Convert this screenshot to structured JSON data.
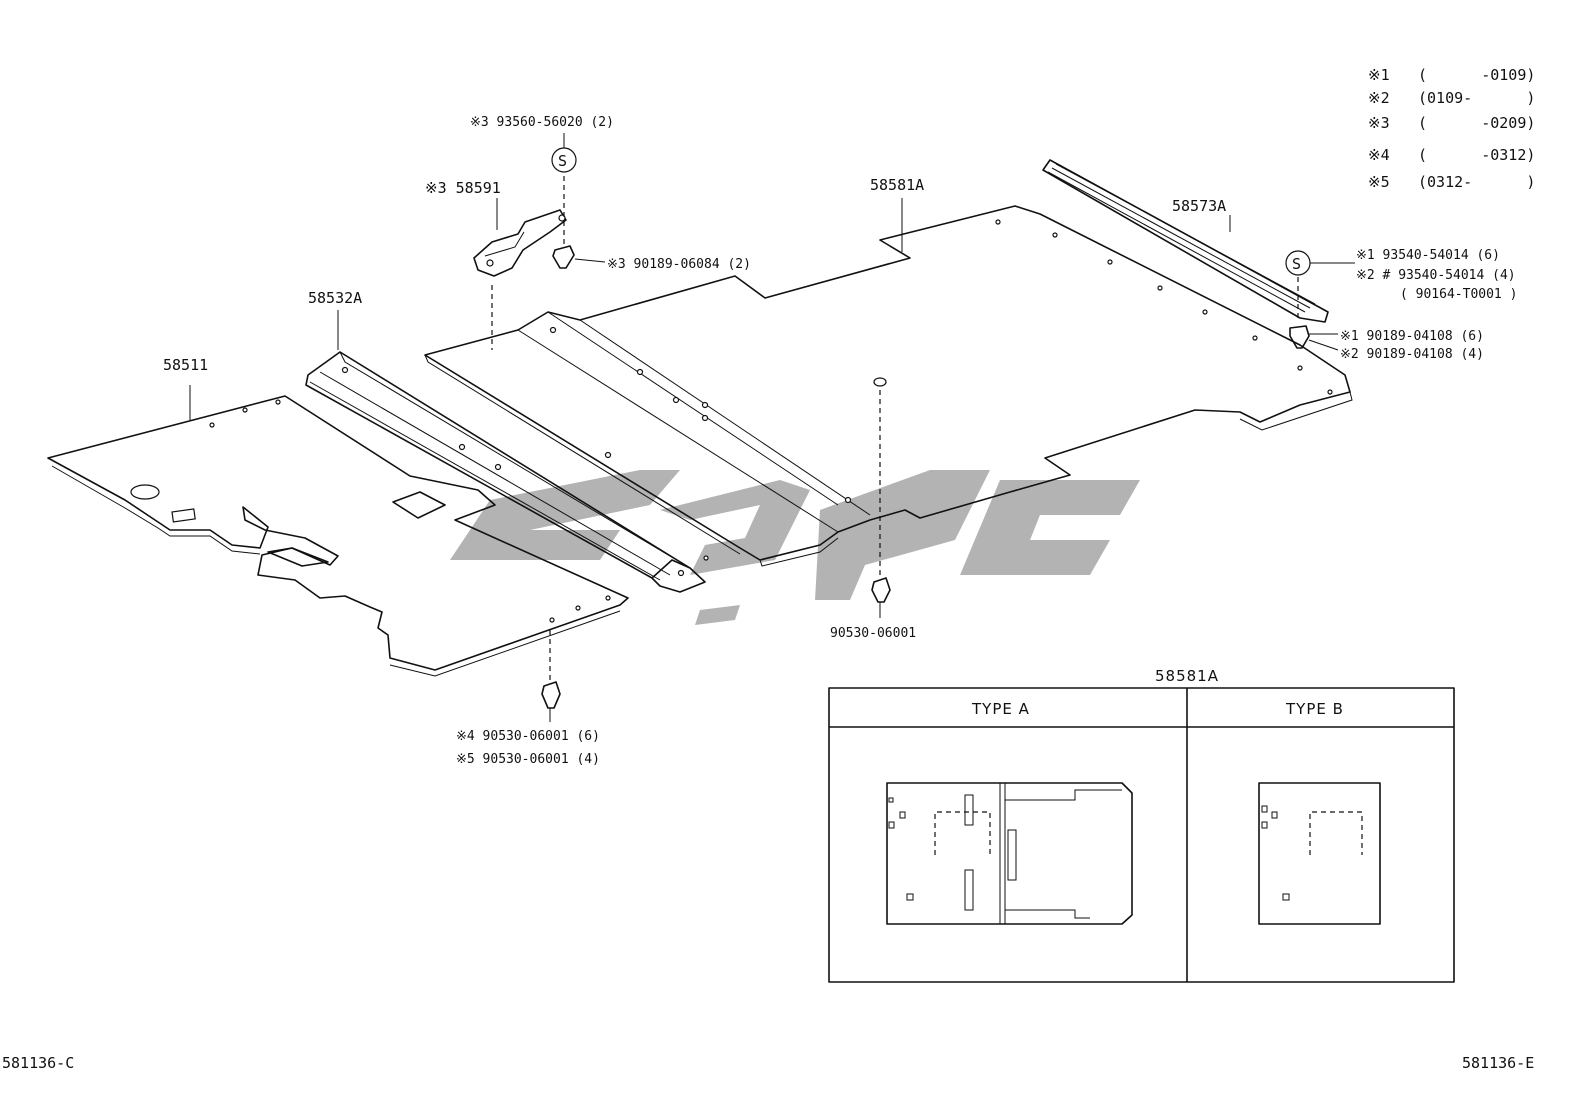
{
  "legend": [
    {
      "mark": "※1",
      "range": "(      -0109)"
    },
    {
      "mark": "※2",
      "range": "(0109-      )"
    },
    {
      "mark": "※3",
      "range": "(      -0209)"
    },
    {
      "mark": "※4",
      "range": "(      -0312)"
    },
    {
      "mark": "※5",
      "range": "(0312-      )"
    }
  ],
  "callouts": {
    "p58511": "58511",
    "p58532A": "58532A",
    "p58591": "※3 58591",
    "p93560": "※3  93560-56020 (2)",
    "p90189_06084": "※3  90189-06084 (2)",
    "p58581A": "58581A",
    "p58573A": "58573A",
    "p93540_1": "※1 93540-54014 (6)",
    "p93540_2": "※2 # 93540-54014 (4)",
    "p90164": "( 90164-T0001 )",
    "p90189_04108_1": "※1 90189-04108 (6)",
    "p90189_04108_2": "※2 90189-04108 (4)",
    "p90530_center": "90530-06001",
    "p90530_4": "※4  90530-06001 (6)",
    "p90530_5": "※5  90530-06001 (4)",
    "s_symbol": "S"
  },
  "inset": {
    "title": "58581A",
    "type_a": "TYPE A",
    "type_b": "TYPE B"
  },
  "footer": {
    "left": "581136-C",
    "right": "581136-E"
  }
}
